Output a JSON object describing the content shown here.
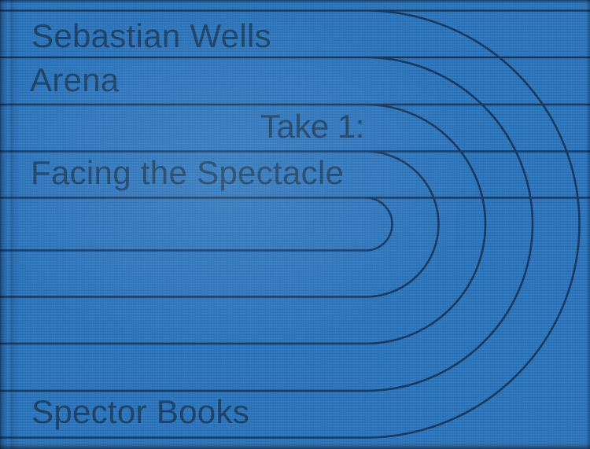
{
  "cover": {
    "author": "Sebastian Wells",
    "title": "Arena",
    "subtitle_line1": "Take 1:",
    "subtitle_line2": "Facing the Spectacle",
    "publisher": "Spector Books"
  },
  "colors": {
    "background": "#2a74bc",
    "line": "#14355b",
    "text": "#1b4064"
  },
  "graphic": {
    "icon": "running-track-lines-icon",
    "rings": 5
  }
}
